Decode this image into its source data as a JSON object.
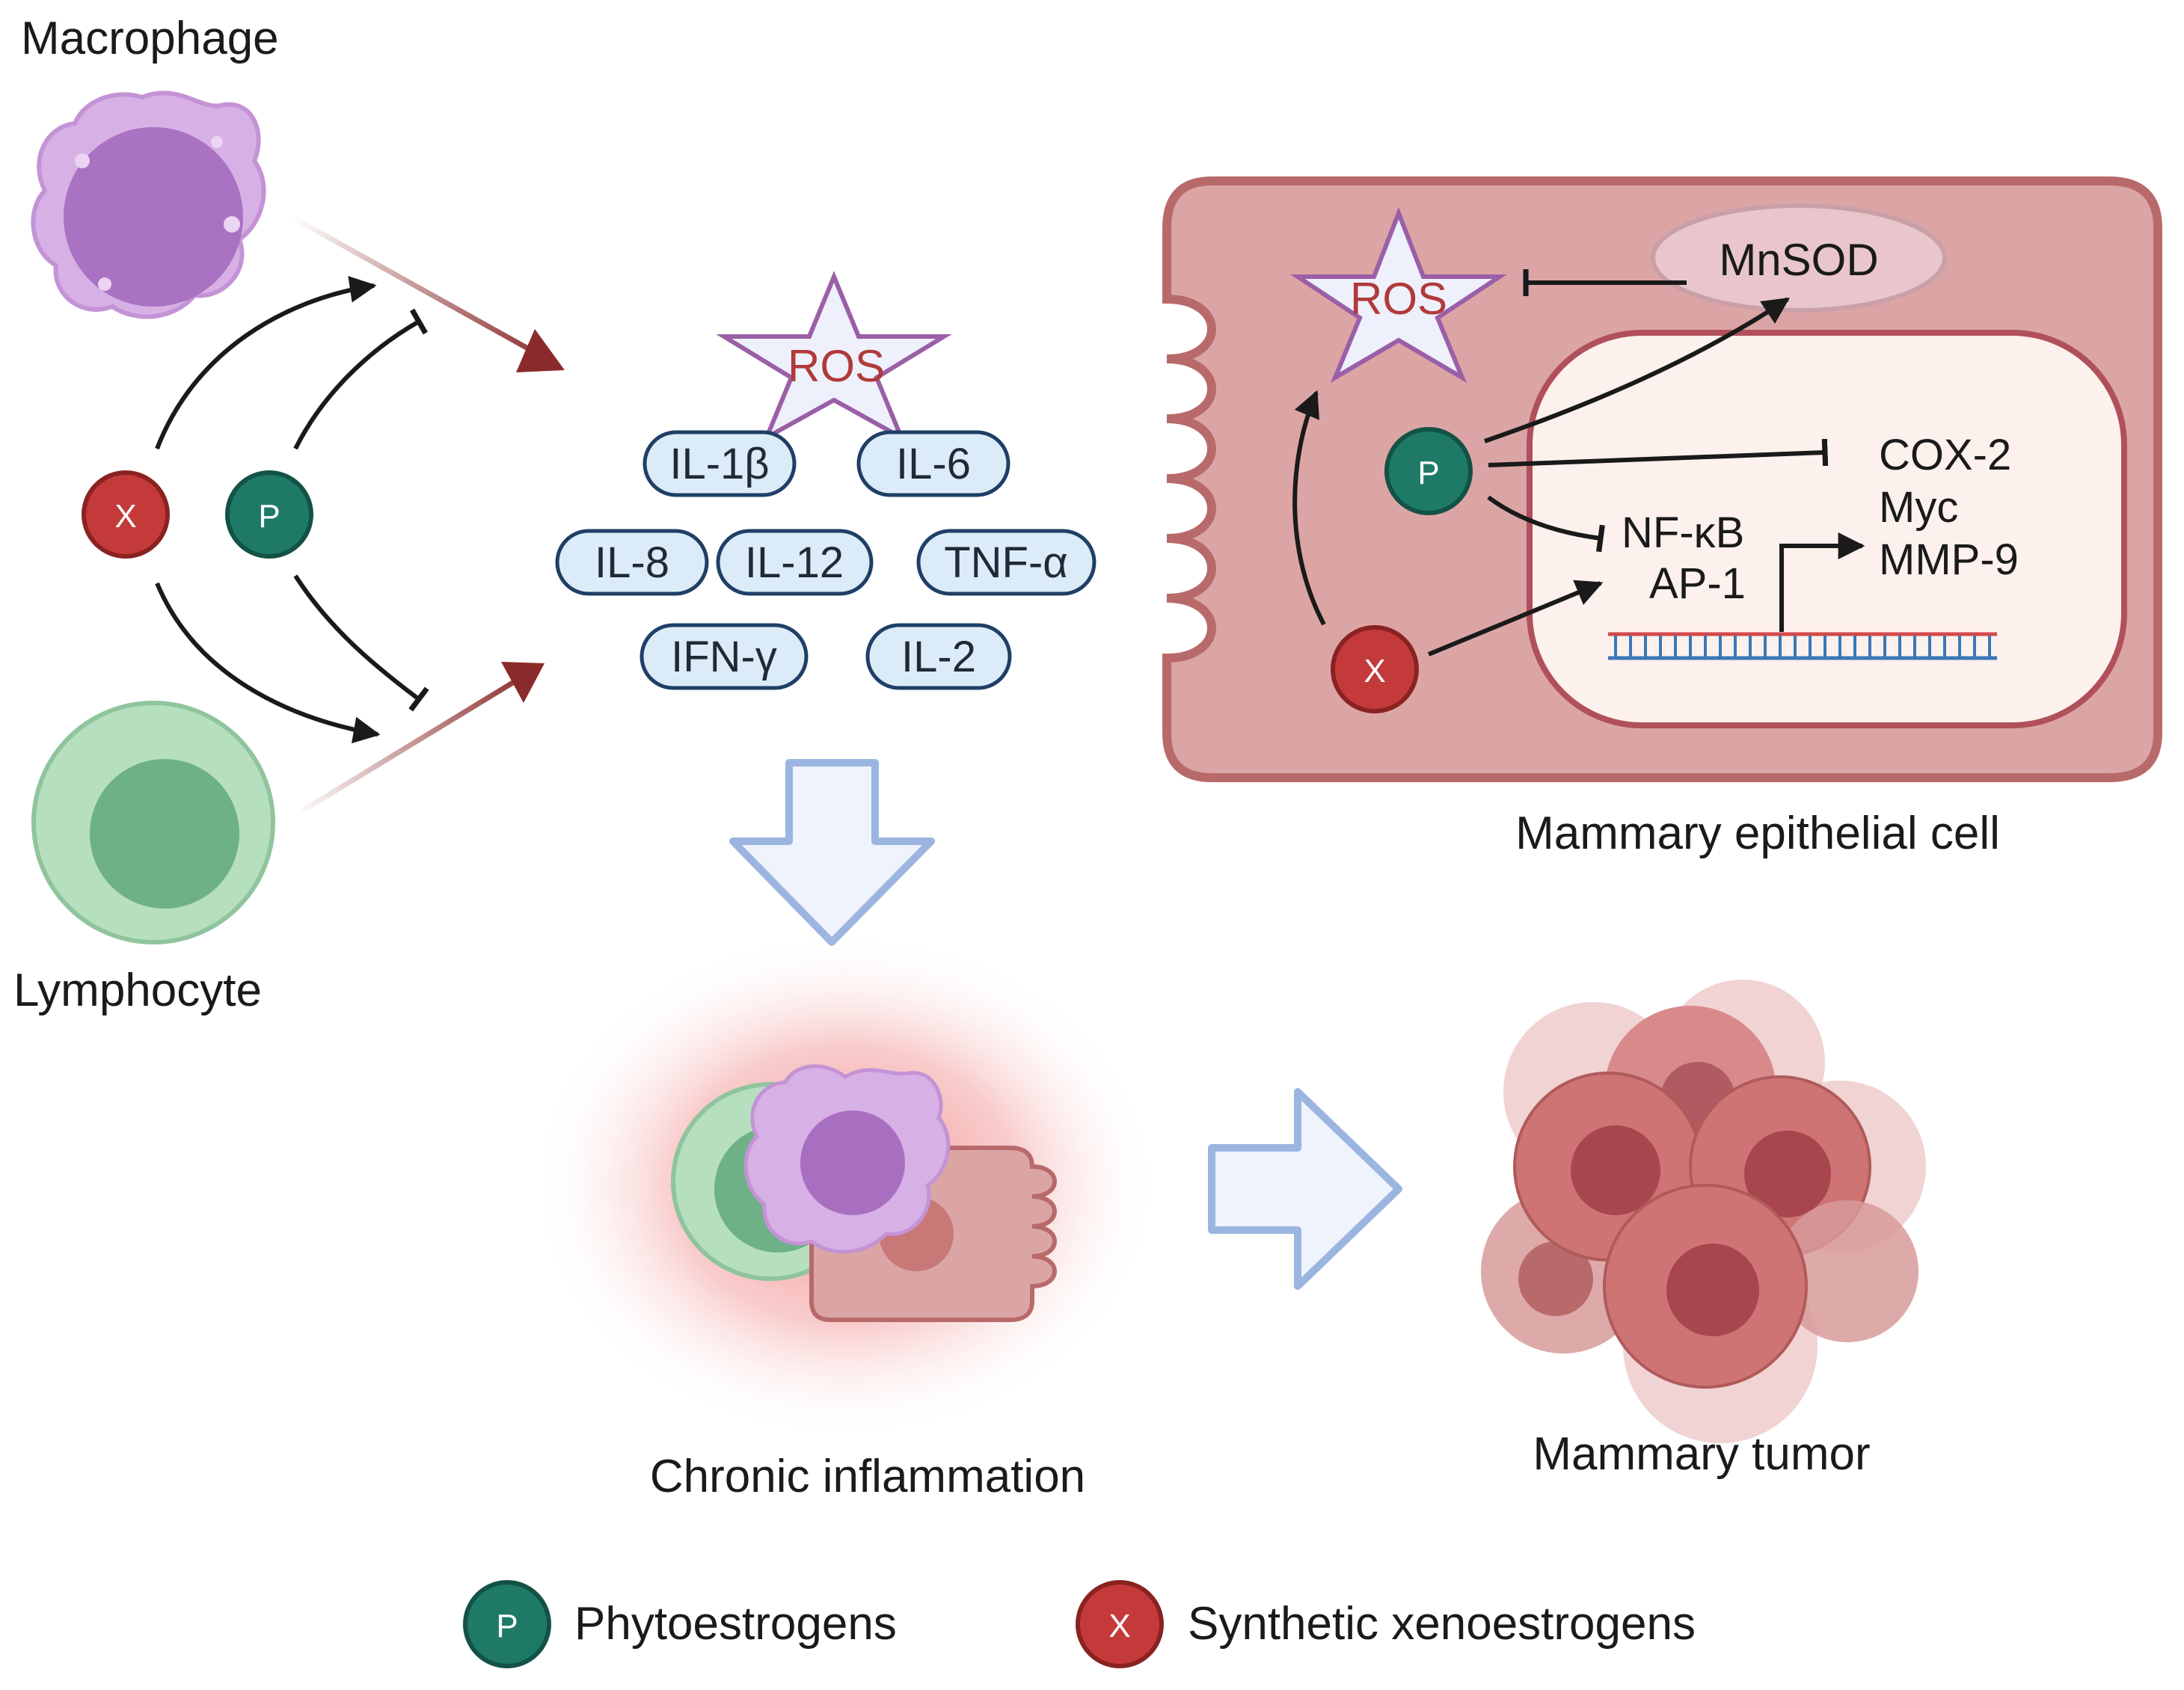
{
  "labels": {
    "macrophage": "Macrophage",
    "lymphocyte": "Lymphocyte",
    "mammary_epithelial_cell": "Mammary epithelial cell",
    "chronic_inflammation": "Chronic inflammation",
    "mammary_tumor": "Mammary tumor"
  },
  "badges": {
    "p": "P",
    "x": "X"
  },
  "ros": "ROS",
  "cytokines": [
    "IL-1β",
    "IL-6",
    "IL-8",
    "IL-12",
    "TNF-α",
    "IFN-γ",
    "IL-2"
  ],
  "epithelial": {
    "mnsod": "MnSOD",
    "ros": "ROS",
    "transcription_factors": [
      "NF-κB",
      "AP-1"
    ],
    "targets": [
      "COX-2",
      "Myc",
      "MMP-9"
    ]
  },
  "legend": [
    {
      "symbol": "P",
      "label": "Phytoestrogens",
      "color": "#1e7a66"
    },
    {
      "symbol": "X",
      "label": "Synthetic xenoestrogens",
      "color": "#c43a3a"
    }
  ],
  "colors": {
    "phyto_badge": "#1e7a66",
    "xeno_badge": "#c43a3a",
    "pathway_arrow": "#8b2a2a",
    "cytokine_fill": "#dcebf8",
    "cytokine_stroke": "#1f3f66",
    "cell_fill": "#dca5a5",
    "cell_stroke": "#b86a6a",
    "macrophage": "#cf9ee0",
    "lymphocyte": "#9fd3ad",
    "flow_arrow": "#9bb5e0"
  }
}
